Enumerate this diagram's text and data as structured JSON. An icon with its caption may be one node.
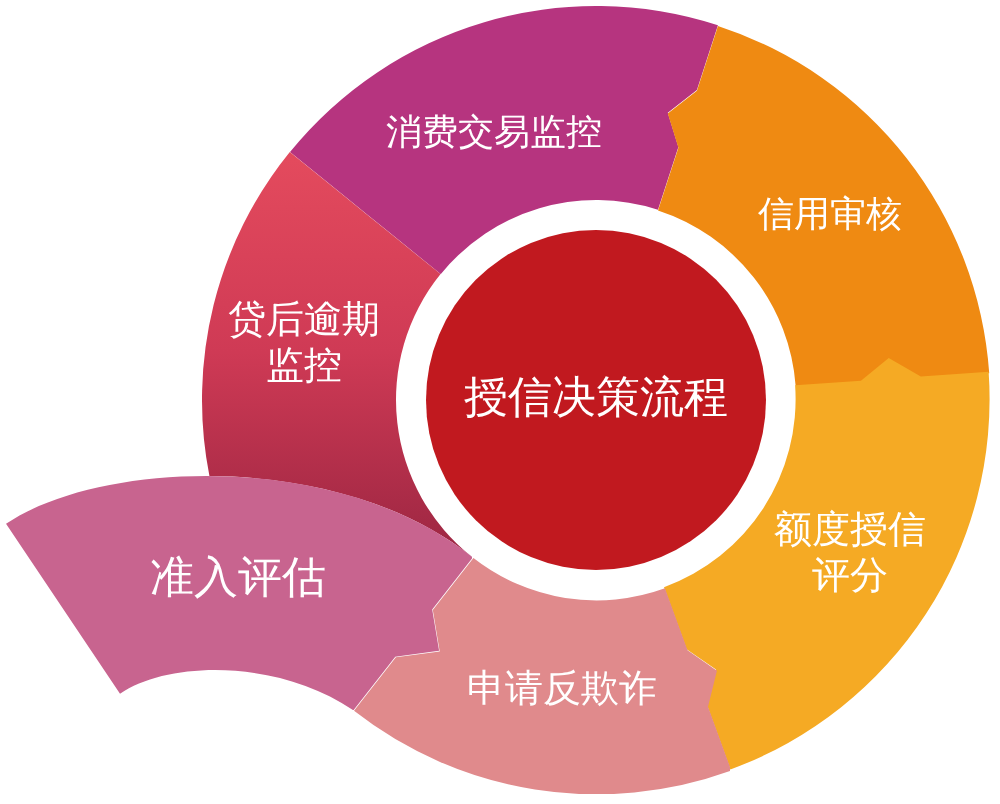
{
  "diagram": {
    "nodes": [
      {
        "text": [
          "消费交易监控"
        ]
      },
      {
        "text": [
          "信用审核"
        ]
      },
      {
        "text": [
          "贷后逾期监控"
        ]
      },
      {
        "text": [
          "授信决策流程"
        ]
      },
      {
        "text": [
          "额度授信评分"
        ]
      },
      {
        "text": [
          "准入评估"
        ]
      },
      {
        "text": [
          "申请反欺诈"
        ]
      }
    ]
  }
}
